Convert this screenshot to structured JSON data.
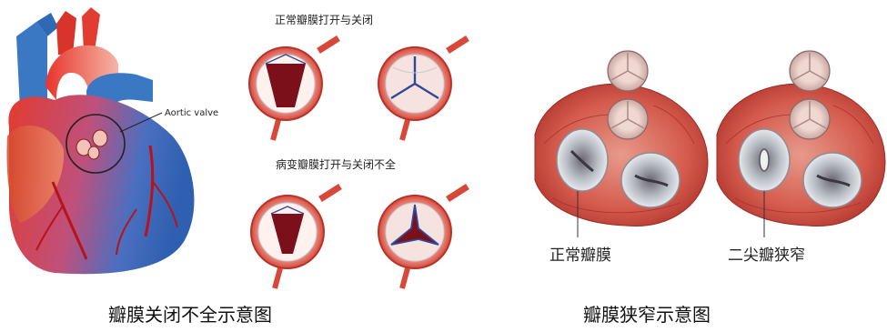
{
  "left": {
    "aortic_label": "Aortic valve",
    "normal_title": "正常瓣膜打开与关闭",
    "diseased_title": "病变瓣膜打开与关闭不全",
    "caption": "瓣膜关闭不全示意图"
  },
  "right": {
    "normal_label": "正常瓣膜",
    "bicuspid_label": "二尖瓣狭窄",
    "caption": "瓣膜狭窄示意图"
  },
  "colors": {
    "oxygenated_red": "#e8342b",
    "deoxygenated_blue": "#3a78c4",
    "muscle_red": "#c8453c",
    "valve_gray": "#c9ccd2"
  }
}
